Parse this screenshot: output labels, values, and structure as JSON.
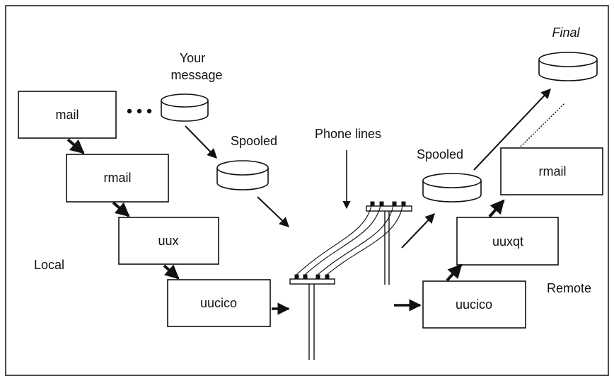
{
  "labels": {
    "your_message": [
      "Your",
      "message"
    ],
    "spooled_local": "Spooled",
    "spooled_remote": "Spooled",
    "phone_lines": "Phone lines",
    "final": "Final",
    "local": "Local",
    "remote": "Remote"
  },
  "local_chain": [
    "mail",
    "rmail",
    "uux",
    "uucico"
  ],
  "remote_chain": [
    "uucico",
    "uuxqt",
    "rmail"
  ],
  "colors": {
    "ink": "#111111",
    "background": "#ffffff"
  }
}
